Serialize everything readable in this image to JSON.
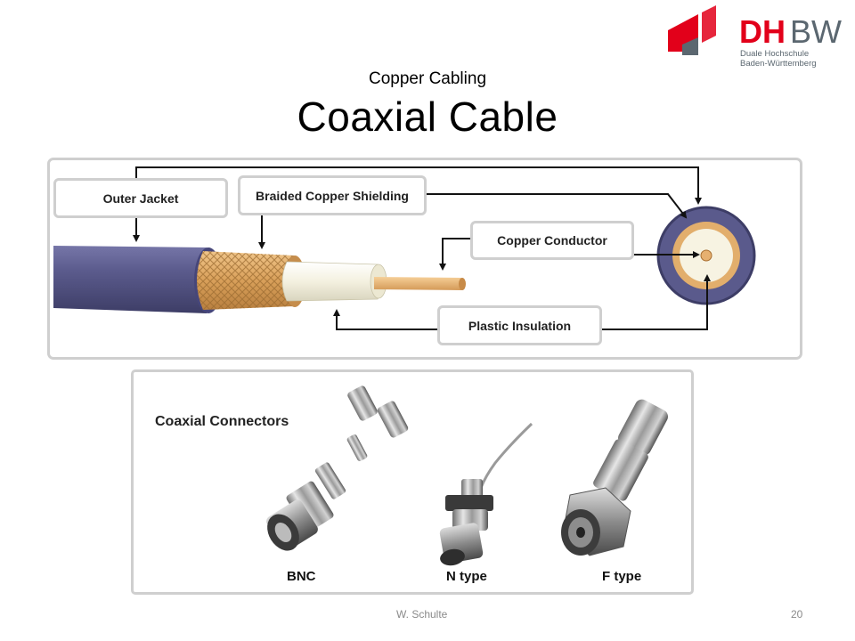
{
  "logo": {
    "mark": "DHBW",
    "line1": "Duale Hochschule",
    "line2": "Baden-Württemberg",
    "colors": {
      "red": "#e2001a",
      "grey": "#5b6770"
    }
  },
  "slide": {
    "subtitle": "Copper Cabling",
    "title": "Coaxial Cable"
  },
  "diagram": {
    "labels": {
      "outer_jacket": "Outer Jacket",
      "braided_shielding": "Braided Copper Shielding",
      "copper_conductor": "Copper Conductor",
      "plastic_insulation": "Plastic Insulation"
    },
    "colors": {
      "jacket": "#5c5c8e",
      "braid": "#d9a05a",
      "insulation": "#f4f1e0",
      "conductor": "#e6b070"
    }
  },
  "connectors": {
    "heading": "Coaxial Connectors",
    "types": [
      "BNC",
      "N type",
      "F type"
    ]
  },
  "footer": {
    "author": "W. Schulte",
    "page": "20"
  }
}
